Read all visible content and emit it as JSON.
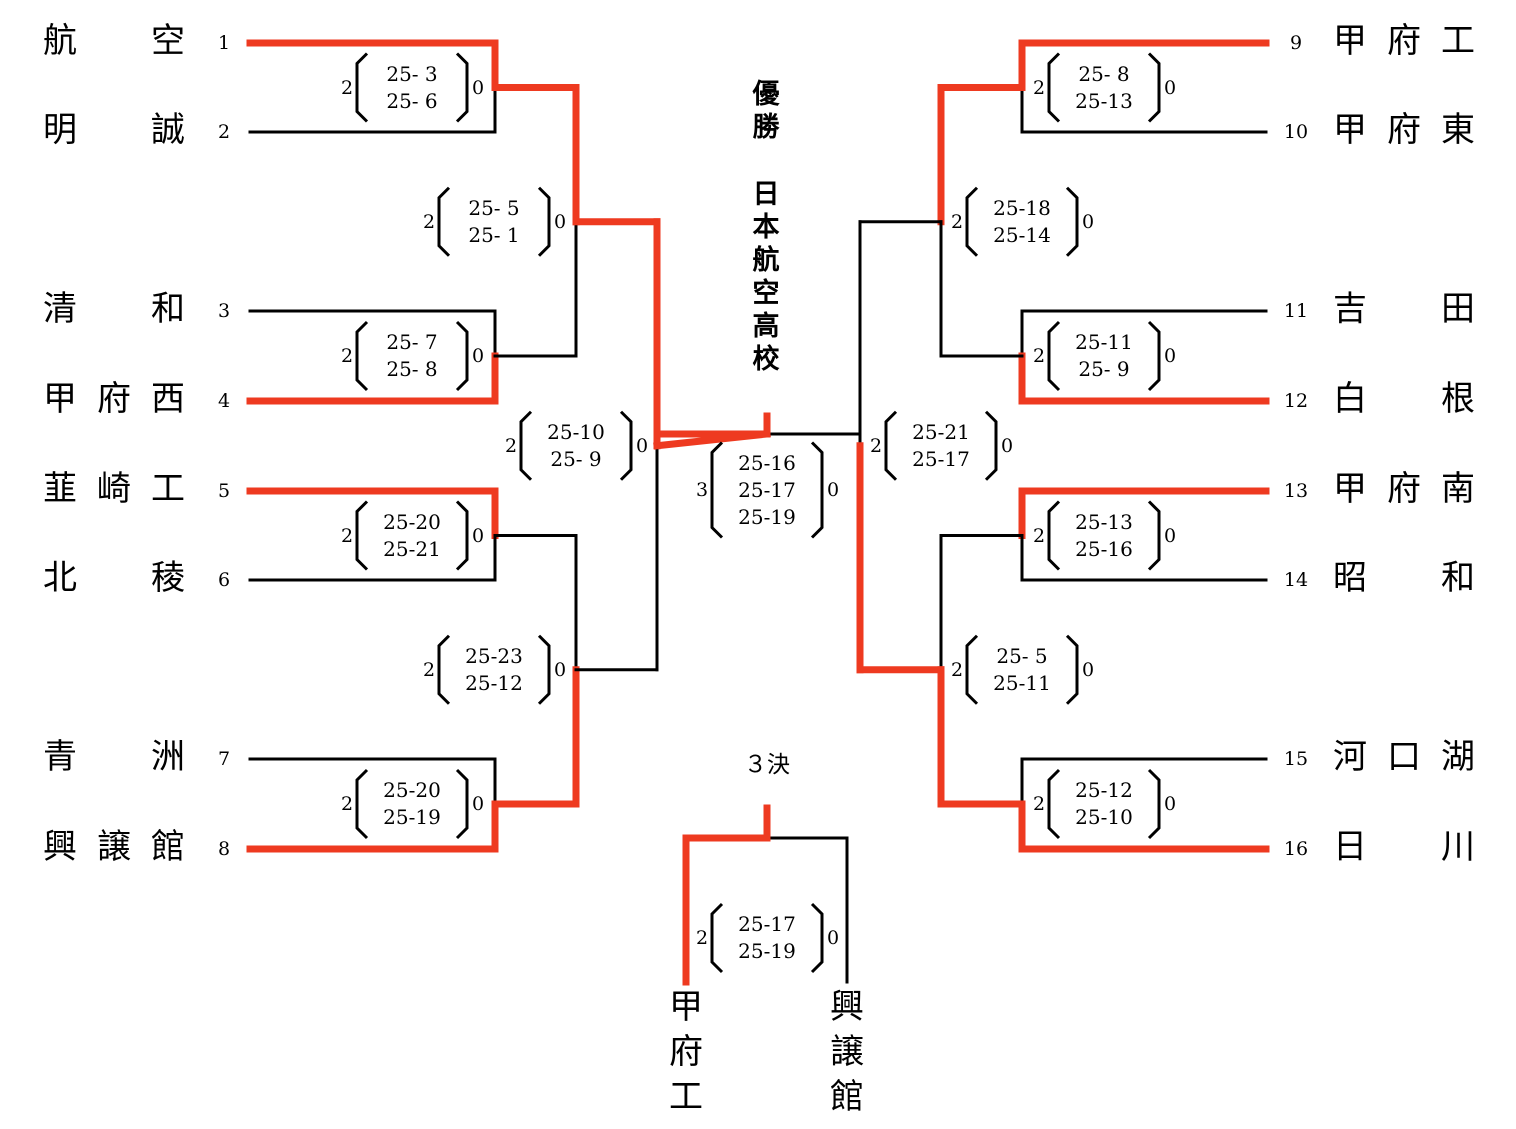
{
  "colors": {
    "winner_line": "#ee3a20",
    "line": "#000000"
  },
  "champion": {
    "label": "優勝",
    "team": "日本航空高校"
  },
  "third_place": {
    "label": "３決",
    "teams": [
      {
        "name": "甲府工",
        "winner": true
      },
      {
        "name": "興譲館",
        "winner": false
      }
    ],
    "match": {
      "won": "2",
      "lost": "0",
      "sets": [
        "25-17",
        "25-19"
      ]
    }
  },
  "teams_left": [
    {
      "seed": "1",
      "name": [
        "航",
        "",
        "空"
      ]
    },
    {
      "seed": "2",
      "name": [
        "明",
        "",
        "誠"
      ]
    },
    {
      "seed": "3",
      "name": [
        "清",
        "",
        "和"
      ]
    },
    {
      "seed": "4",
      "name": [
        "甲",
        "府",
        "西"
      ]
    },
    {
      "seed": "5",
      "name": [
        "韮",
        "崎",
        "工"
      ]
    },
    {
      "seed": "6",
      "name": [
        "北",
        "",
        "稜"
      ]
    },
    {
      "seed": "7",
      "name": [
        "青",
        "",
        "洲"
      ]
    },
    {
      "seed": "8",
      "name": [
        "興",
        "譲",
        "館"
      ]
    }
  ],
  "teams_right": [
    {
      "seed": "9",
      "name": [
        "甲",
        "府",
        "工"
      ]
    },
    {
      "seed": "10",
      "name": [
        "甲",
        "府",
        "東"
      ]
    },
    {
      "seed": "11",
      "name": [
        "吉",
        "",
        "田"
      ]
    },
    {
      "seed": "12",
      "name": [
        "白",
        "",
        "根"
      ]
    },
    {
      "seed": "13",
      "name": [
        "甲",
        "府",
        "南"
      ]
    },
    {
      "seed": "14",
      "name": [
        "昭",
        "",
        "和"
      ]
    },
    {
      "seed": "15",
      "name": [
        "河",
        "口",
        "湖"
      ]
    },
    {
      "seed": "16",
      "name": [
        "日",
        "",
        "川"
      ]
    }
  ],
  "matches": [
    {
      "id": "L1",
      "round": 1,
      "teams": [
        "1",
        "2"
      ],
      "winner": "1",
      "won": "2",
      "lost": "0",
      "sets": [
        "25- 3",
        "25- 6"
      ]
    },
    {
      "id": "L2",
      "round": 1,
      "teams": [
        "3",
        "4"
      ],
      "winner": "4",
      "won": "2",
      "lost": "0",
      "sets": [
        "25- 7",
        "25- 8"
      ]
    },
    {
      "id": "L3",
      "round": 1,
      "teams": [
        "5",
        "6"
      ],
      "winner": "5",
      "won": "2",
      "lost": "0",
      "sets": [
        "25-20",
        "25-21"
      ]
    },
    {
      "id": "L4",
      "round": 1,
      "teams": [
        "7",
        "8"
      ],
      "winner": "8",
      "won": "2",
      "lost": "0",
      "sets": [
        "25-20",
        "25-19"
      ]
    },
    {
      "id": "L5",
      "round": 2,
      "teams": [
        "L1",
        "L2"
      ],
      "winner": "L1",
      "won": "2",
      "lost": "0",
      "sets": [
        "25- 5",
        "25- 1"
      ]
    },
    {
      "id": "L6",
      "round": 2,
      "teams": [
        "L3",
        "L4"
      ],
      "winner": "L4",
      "won": "2",
      "lost": "0",
      "sets": [
        "25-23",
        "25-12"
      ]
    },
    {
      "id": "L7",
      "round": 3,
      "teams": [
        "L5",
        "L6"
      ],
      "winner": "L5",
      "won": "2",
      "lost": "0",
      "sets": [
        "25-10",
        "25- 9"
      ]
    },
    {
      "id": "R1",
      "round": 1,
      "teams": [
        "9",
        "10"
      ],
      "winner": "9",
      "won": "2",
      "lost": "0",
      "sets": [
        "25- 8",
        "25-13"
      ]
    },
    {
      "id": "R2",
      "round": 1,
      "teams": [
        "11",
        "12"
      ],
      "winner": "12",
      "won": "2",
      "lost": "0",
      "sets": [
        "25-11",
        "25- 9"
      ]
    },
    {
      "id": "R3",
      "round": 1,
      "teams": [
        "13",
        "14"
      ],
      "winner": "13",
      "won": "2",
      "lost": "0",
      "sets": [
        "25-13",
        "25-16"
      ]
    },
    {
      "id": "R4",
      "round": 1,
      "teams": [
        "15",
        "16"
      ],
      "winner": "16",
      "won": "2",
      "lost": "0",
      "sets": [
        "25-12",
        "25-10"
      ]
    },
    {
      "id": "R5",
      "round": 2,
      "teams": [
        "R1",
        "R2"
      ],
      "winner": "R1",
      "won": "2",
      "lost": "0",
      "sets": [
        "25-18",
        "25-14"
      ]
    },
    {
      "id": "R6",
      "round": 2,
      "teams": [
        "R3",
        "R4"
      ],
      "winner": "R4",
      "won": "2",
      "lost": "0",
      "sets": [
        "25- 5",
        "25-11"
      ]
    },
    {
      "id": "R7",
      "round": 3,
      "teams": [
        "R5",
        "R6"
      ],
      "winner": "R6",
      "won": "2",
      "lost": "0",
      "sets": [
        "25-21",
        "25-17"
      ]
    },
    {
      "id": "F",
      "round": 4,
      "teams": [
        "L7",
        "R7"
      ],
      "winner": "L7",
      "won": "3",
      "lost": "0",
      "sets": [
        "25-16",
        "25-17",
        "25-19"
      ]
    }
  ]
}
